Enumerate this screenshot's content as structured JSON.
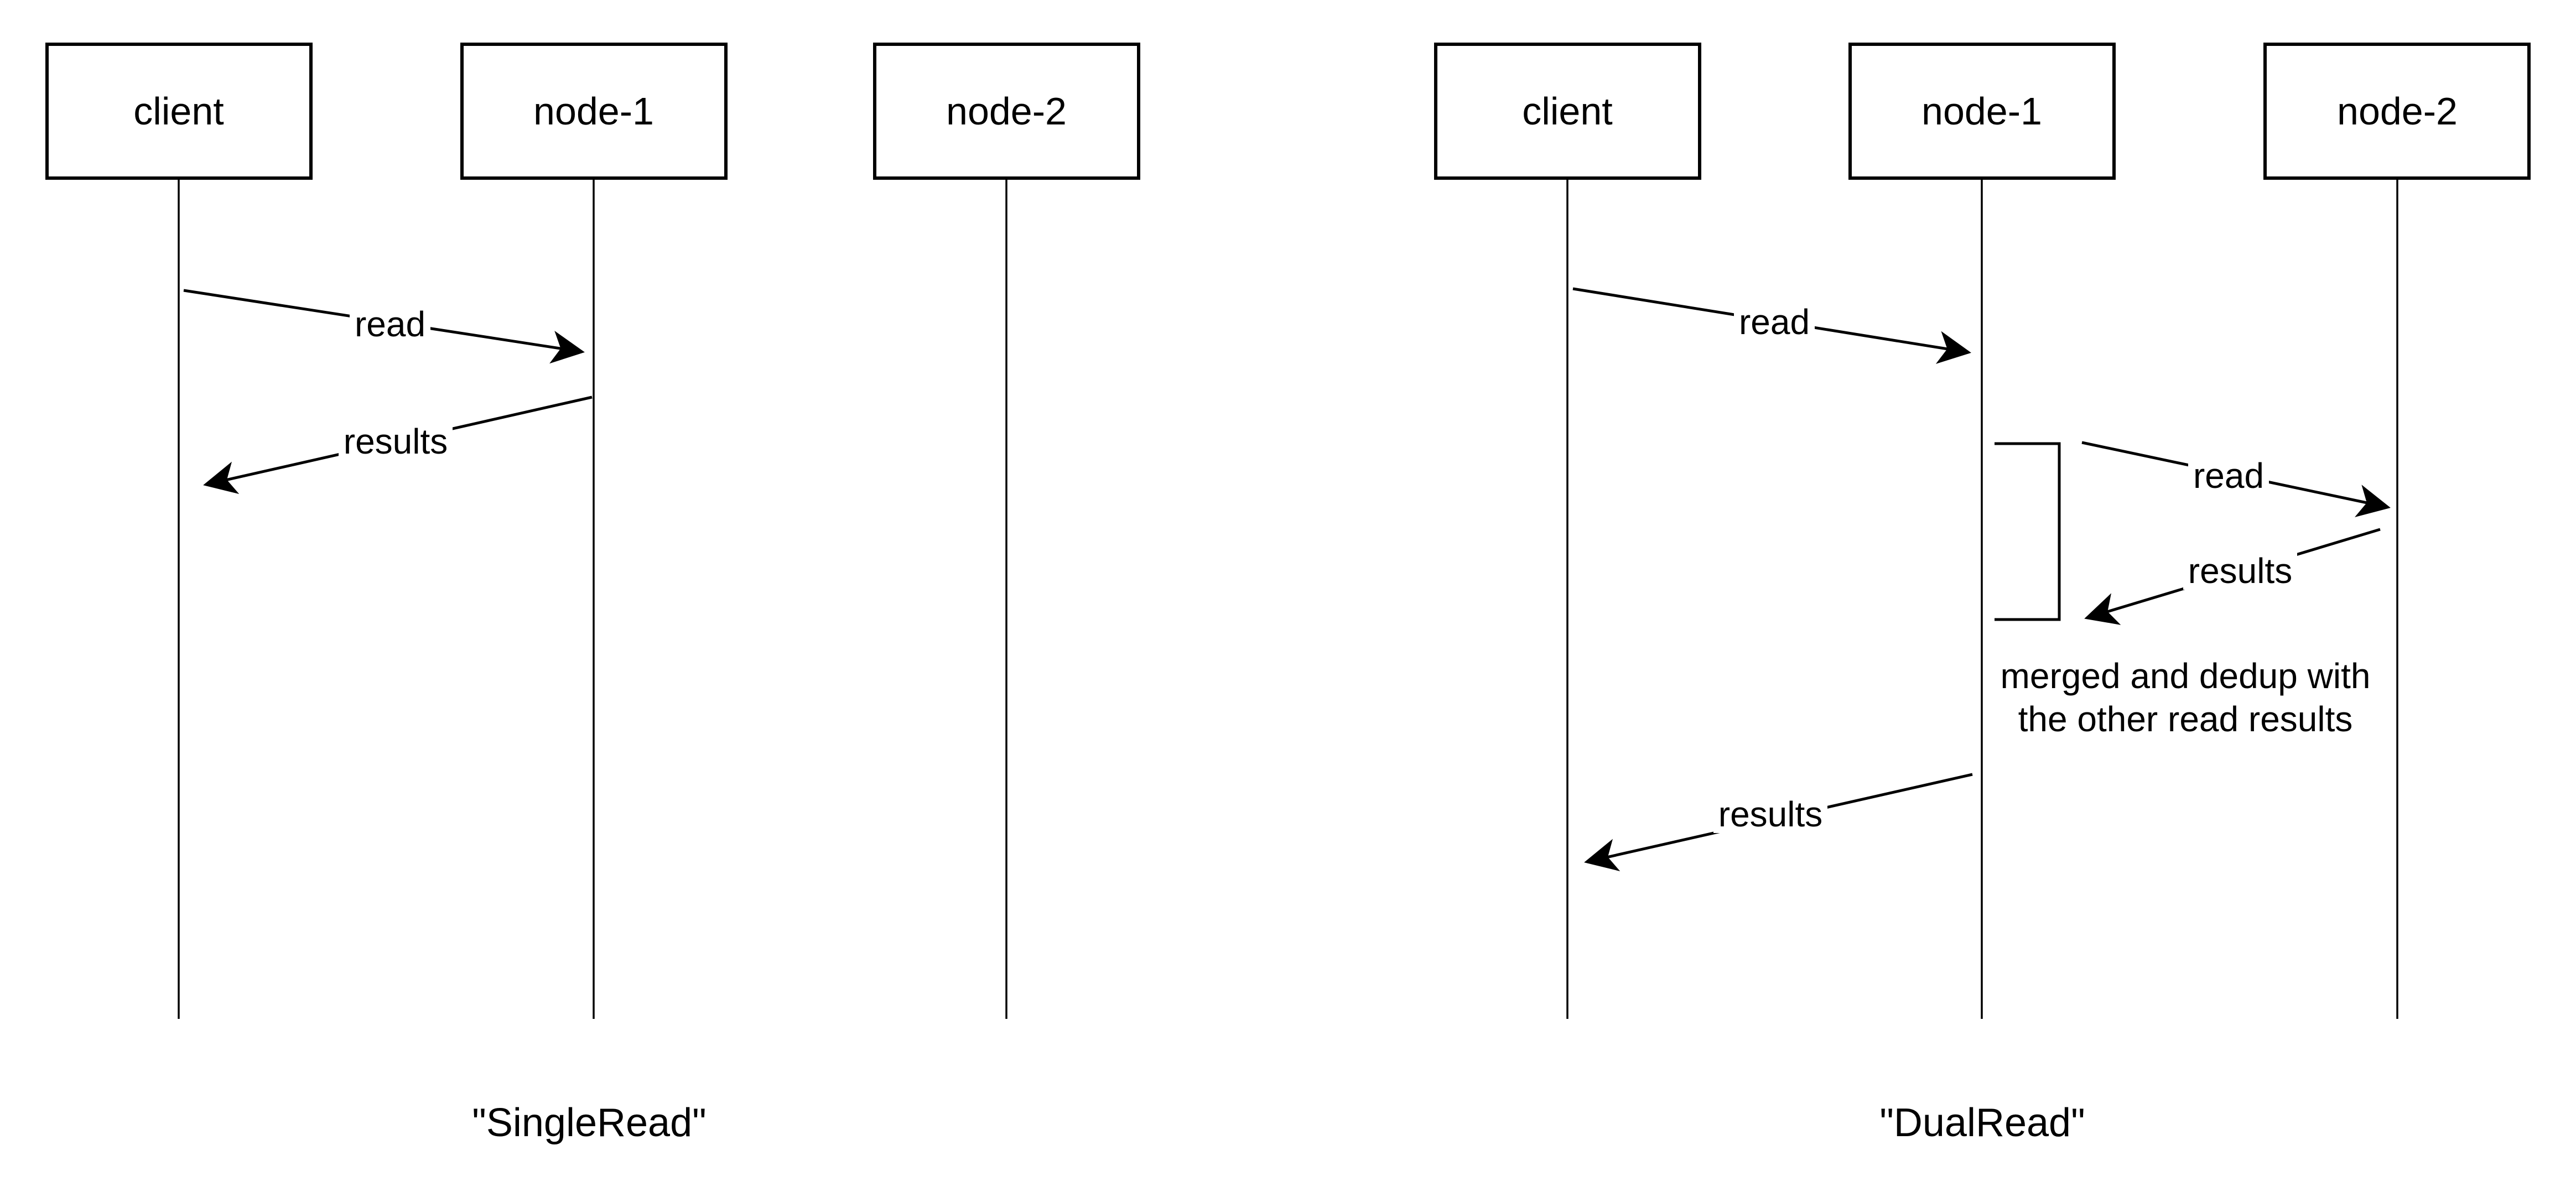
{
  "colors": {
    "background": "#ffffff",
    "stroke": "#000000",
    "text": "#000000",
    "actor_fill": "#ffffff"
  },
  "diagrams": [
    {
      "caption": "\"SingleRead\"",
      "actors": [
        {
          "label": "client"
        },
        {
          "label": "node-1"
        },
        {
          "label": "node-2"
        }
      ],
      "messages": [
        {
          "label": "read",
          "from": "client",
          "to": "node-1"
        },
        {
          "label": "results",
          "from": "node-1",
          "to": "client"
        }
      ]
    },
    {
      "caption": "\"DualRead\"",
      "actors": [
        {
          "label": "client"
        },
        {
          "label": "node-1"
        },
        {
          "label": "node-2"
        }
      ],
      "messages": [
        {
          "label": "read",
          "from": "client",
          "to": "node-1"
        },
        {
          "label": "read",
          "from": "node-1",
          "to": "node-2"
        },
        {
          "label": "results",
          "from": "node-2",
          "to": "node-1"
        },
        {
          "label": "results",
          "from": "node-1",
          "to": "client"
        }
      ],
      "note": {
        "lines": [
          "merged and dedup with",
          "the other read results"
        ]
      }
    }
  ]
}
